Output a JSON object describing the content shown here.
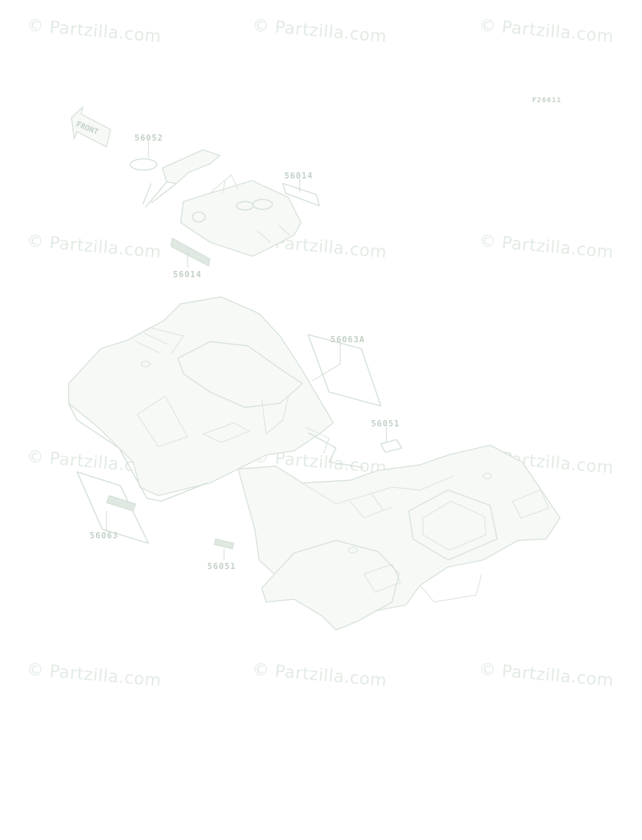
{
  "watermark": "© Partzilla.com",
  "figure_code": "F26611",
  "front_label": "FRONT",
  "callouts": {
    "decal_56052": "56052",
    "decal_56014_top": "56014",
    "decal_56014_bottom": "56014",
    "decal_56063a": "56063A",
    "decal_56051_right": "56051",
    "decal_56063": "56063",
    "decal_56051_bottom": "56051"
  }
}
